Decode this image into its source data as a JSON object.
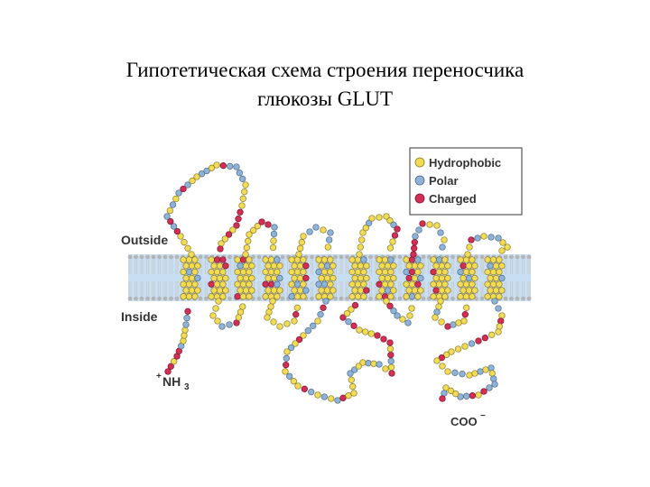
{
  "title": {
    "line1": "Гипотетическая схема строения переносчика",
    "line2": "глюкозы GLUT"
  },
  "legend": {
    "items": [
      {
        "label": "Hydrophobic",
        "color": "#f2dc55",
        "stroke": "#8a7a2a"
      },
      {
        "label": "Polar",
        "color": "#8fb3d6",
        "stroke": "#4a6a8a"
      },
      {
        "label": "Charged",
        "color": "#d22f55",
        "stroke": "#7a1530"
      }
    ]
  },
  "labels": {
    "outside": "Outside",
    "inside": "Inside",
    "n_terminus_prefix": "+",
    "n_terminus": "NH",
    "n_terminus_sub": "3",
    "c_terminus": "COO",
    "c_terminus_sup": "−"
  },
  "membrane": {
    "band_color": "#c8def2",
    "lipid_color": "#b5b5b5"
  }
}
